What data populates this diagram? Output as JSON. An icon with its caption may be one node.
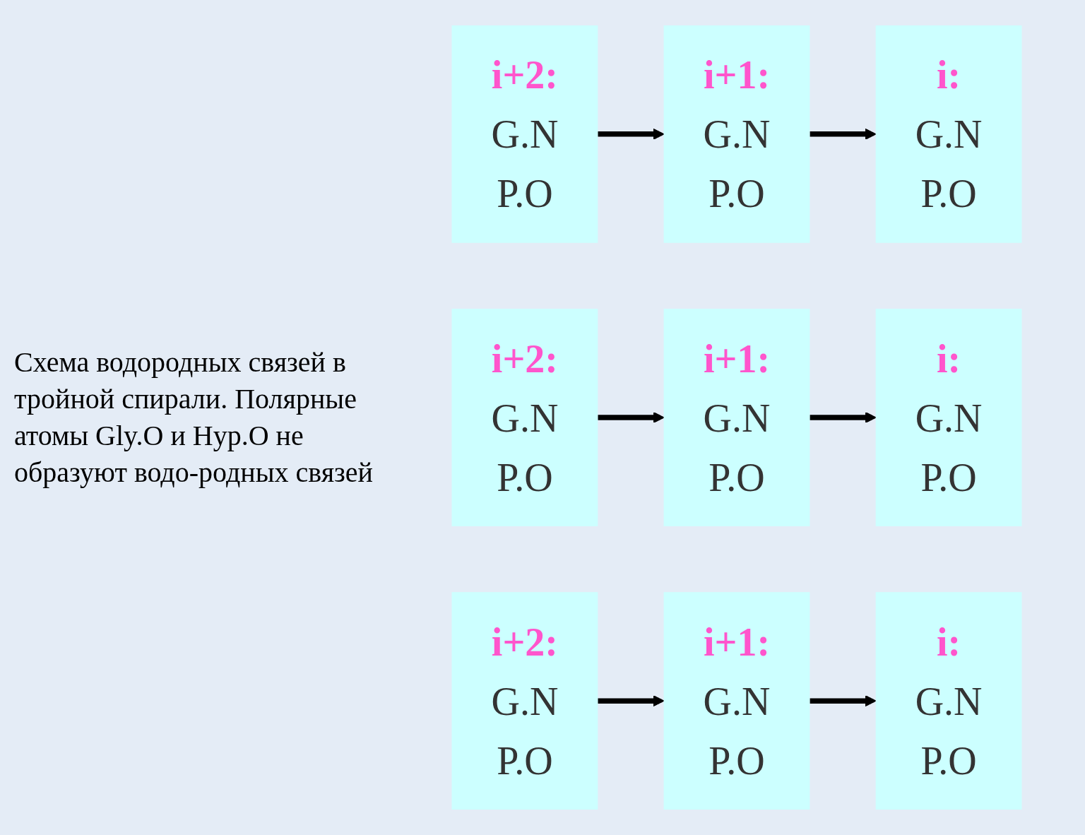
{
  "diagram": {
    "nodes": [
      {
        "text": [
          "i+2:",
          "G.N",
          "P.O"
        ]
      },
      {
        "text": [
          "i:",
          "G.N",
          "P.O"
        ]
      },
      {
        "text": [
          "i+1:",
          "G.N",
          "P.O"
        ]
      },
      {
        "text": [
          "i+1:",
          "G.N",
          "P.O"
        ]
      },
      {
        "text": [
          "i:",
          "G.N",
          "P.O"
        ]
      },
      {
        "text": [
          "i+2:",
          "G.N",
          "P.O"
        ]
      },
      {
        "text": [
          "i+2:",
          "G.N",
          "P.O"
        ]
      },
      {
        "text": [
          "i+1:",
          "G.N",
          "P.O"
        ]
      },
      {
        "text": [
          "i:",
          "G.N",
          "P.O"
        ]
      }
    ],
    "edges": [
      {
        "from": 0,
        "to": 3,
        "arrow": "to"
      },
      {
        "from": 2,
        "to": 1,
        "arrow": "to"
      },
      {
        "from": 3,
        "to": 8,
        "arrow": "to"
      },
      {
        "from": 5,
        "to": 7,
        "arrow": "to"
      },
      {
        "from": 7,
        "to": 4,
        "arrow": "to"
      },
      {
        "from": 6,
        "to": 2,
        "arrow": "to"
      }
    ],
    "labels": [
      "Схема водородных связей в тройной спирали. Полярные атомы Gly.O и Hyp.O не образуют водо-родных связей"
    ]
  }
}
